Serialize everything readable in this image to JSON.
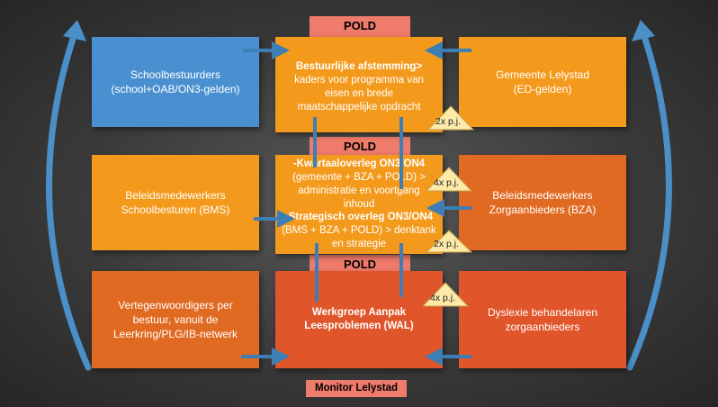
{
  "headers": {
    "pold_top": "POLD",
    "pold_middle": "POLD",
    "pold_bottom": "POLD",
    "monitor": "Monitor Lelystad"
  },
  "row1": {
    "left": [
      "Schoolbestuurders",
      "(school+OAB/ON3-gelden)"
    ],
    "center_bold": "Bestuurlijke afstemming>",
    "center": [
      "kaders voor programma van",
      "eisen en brede",
      "maatschappelijke opdracht"
    ],
    "right": [
      "Gemeente Lelystad",
      "(ED-gelden)"
    ],
    "freq": "2x p.j."
  },
  "row2": {
    "left": [
      "Beleidsmedewerkers",
      "Schoolbesturen (BMS)"
    ],
    "center_bold_1": "-Kwartaaloverleg ON3/ON4",
    "center_1": [
      "(gemeente + BZA + POLD) >",
      "administratie en voortgang",
      "inhoud"
    ],
    "center_bold_2": "-Strategisch overleg ON3/ON4",
    "center_2": [
      "(BMS + BZA + POLD) > denktank",
      "en strategie"
    ],
    "right": [
      "Beleidsmedewerkers",
      "Zorgaanbieders (BZA)"
    ],
    "freq_1": "4x p.j.",
    "freq_2": "2x p.j."
  },
  "row3": {
    "left": [
      "Vertegenwoordigers per",
      "bestuur, vanuit de",
      "Leerkring/PLG/IB-netwerk"
    ],
    "center_bold": [
      "Werkgroep Aanpak",
      "Leesproblemen (WAL)"
    ],
    "right": [
      "Dyslexie behandelaren",
      "zorgaanbieders"
    ],
    "freq": "4x p.j."
  },
  "colors": {
    "background": "#3a3a3a",
    "blue": "#4a90d0",
    "orange": "#f39a1c",
    "dark_orange": "#e06a22",
    "red_orange": "#e0552a",
    "header": "#ee7b6b",
    "arrow": "#3d7fb5",
    "triangle": "#fde9a8"
  }
}
